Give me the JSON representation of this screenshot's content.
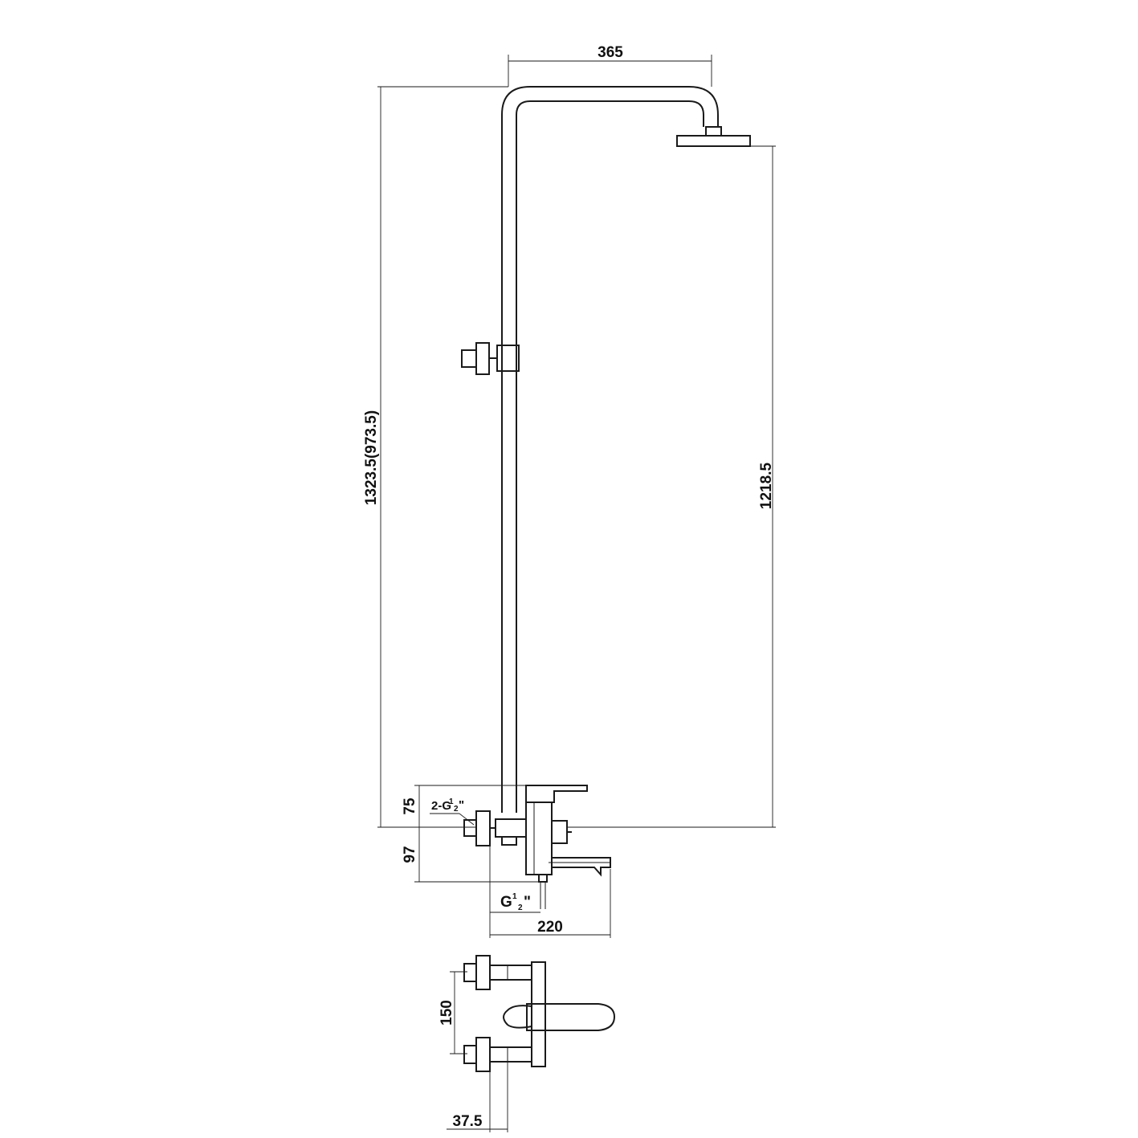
{
  "dimensions": {
    "top_width": "365",
    "overall_height": "1323.5(973.5)",
    "head_height": "1218.5",
    "mixer_offset": "75",
    "spout_drop": "97",
    "inlet_label": "2-G",
    "outlet_label": "G",
    "fraction_num": "1",
    "fraction_den": "2",
    "inch_mark": "\"",
    "spout_length": "220",
    "inlet_spacing": "150",
    "inlet_depth": "37.5"
  }
}
